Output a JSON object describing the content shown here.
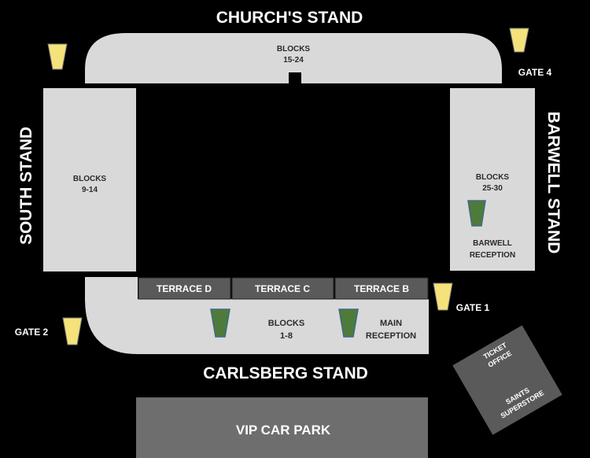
{
  "colors": {
    "background": "#000000",
    "stand": "#d9d9d9",
    "terrace": "#5a5a5a",
    "car_park": "#6e6e6e",
    "gate_marker": "#f5e27a",
    "reception_marker": "#4e7a3a"
  },
  "stands": {
    "church": {
      "name": "CHURCH'S STAND",
      "blocks_title": "BLOCKS",
      "blocks_range": "15-24"
    },
    "south": {
      "name": "SOUTH  STAND",
      "blocks_title": "BLOCKS",
      "blocks_range": "9-14"
    },
    "barwell": {
      "name": "BARWELL STAND",
      "blocks_title": "BLOCKS",
      "blocks_range": "25-30",
      "reception_line1": "BARWELL",
      "reception_line2": "RECEPTION"
    },
    "carlsberg": {
      "name": "CARLSBERG STAND",
      "blocks_title": "BLOCKS",
      "blocks_range": "1-8",
      "reception_line1": "MAIN",
      "reception_line2": "RECEPTION"
    }
  },
  "terraces": [
    "TERRACE D",
    "TERRACE C",
    "TERRACE B"
  ],
  "gates": {
    "gate1": "GATE 1",
    "gate2": "GATE 2",
    "gate4": "GATE 4"
  },
  "car_park": "VIP CAR PARK",
  "ticket_building": {
    "line1": "TICKET",
    "line2": "OFFICE",
    "line3": "SAINTS",
    "line4": "SUPERSTORE"
  }
}
